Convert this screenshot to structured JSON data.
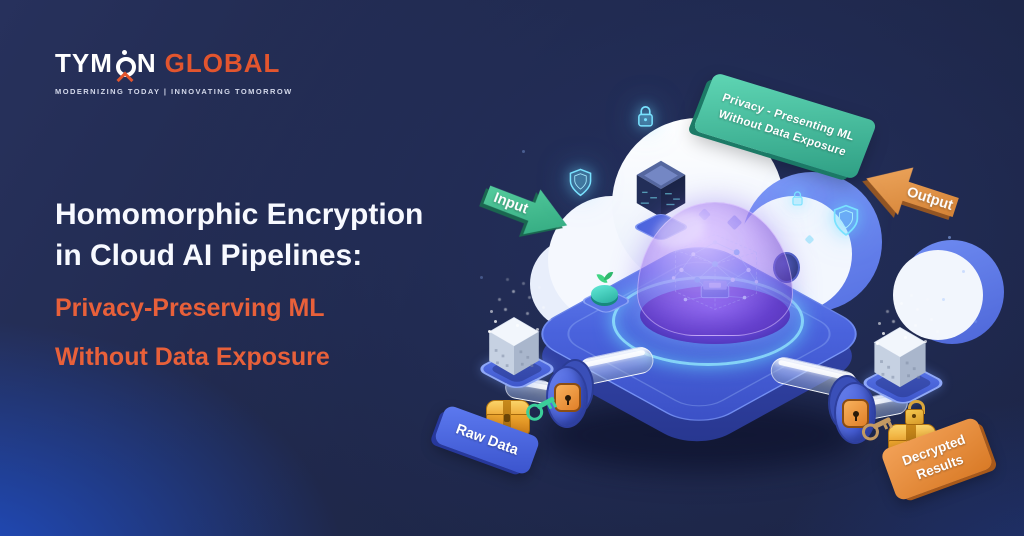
{
  "brand": {
    "name_prefix": "TYM",
    "name_suffix": "N",
    "name_global": "GLOBAL",
    "tagline": "MODERNIZING TODAY | INNOVATING TOMORROW"
  },
  "headline": {
    "white_line1": "Homomorphic Encryption",
    "white_line2": "in Cloud AI Pipelines:",
    "orange_line1": "Privacy-Preserving ML",
    "orange_line2": "Without Data Exposure"
  },
  "illustration": {
    "privacy_banner_line1": "Privacy - Presenting ML",
    "privacy_banner_line2": "Without Data Exposure",
    "input_label": "Input",
    "output_label": "Output",
    "raw_data_label": "Raw Data",
    "decrypted_line1": "Decrypted",
    "decrypted_line2": "Results",
    "icons": [
      "cloud-icon",
      "shield-icon",
      "lock-icon",
      "encrypted-cube-icon",
      "key-icon",
      "treasure-chest-icon",
      "padlock-icon",
      "neural-network-icon",
      "sprout-button-icon",
      "pipe-icon"
    ]
  },
  "colors": {
    "background_navy": "#1f284b",
    "bottom_left_blue": "#1e52d6",
    "accent_orange": "#e8603a",
    "logo_orange": "#e2552e",
    "banner_teal": "#3fbfa0",
    "arrow_green": "#3dbd8f",
    "arrow_orange": "#dd8e4e",
    "raw_data_blue": "#4a67d8",
    "decrypted_orange": "#e8823f",
    "platform_blue": "#4a63dd",
    "dome_purple": "#8a5fe0",
    "glow_cyan": "#7ce8ff"
  }
}
